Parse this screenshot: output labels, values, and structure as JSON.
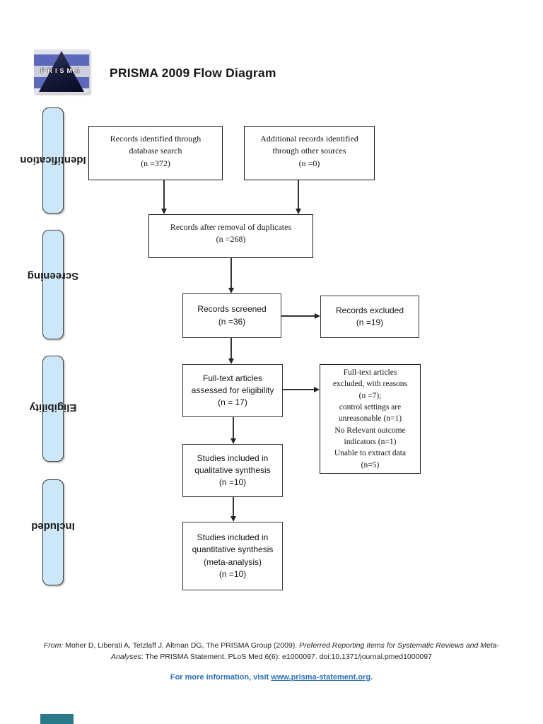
{
  "header": {
    "title": "PRISMA 2009 Flow Diagram",
    "logo_text": "PRISMA"
  },
  "stages": {
    "identification": "Identification",
    "screening": "Screening",
    "eligibility": "Eligibility",
    "included": "Included"
  },
  "boxes": {
    "identified": "Records identified through\ndatabase search\n(n =372)",
    "additional": "Additional records identified\nthrough other sources\n(n =0)",
    "deduplicated": "Records after removal of duplicates\n(n =268)",
    "screened": "Records screened\n(n =36)",
    "excluded": "Records excluded\n(n =19)",
    "fulltext_assessed": "Full-text articles\nassessed for eligibility\n(n = 17)",
    "fulltext_excluded": "Full-text articles\nexcluded, with reasons\n(n =7);\ncontrol settings are\nunreasonable (n=1)\nNo Relevant outcome\nindicators (n=1)\nUnable to extract data\n(n=5)",
    "qualitative": "Studies included in\nqualitative synthesis\n(n =10)",
    "quantitative": "Studies included in\nquantitative synthesis\n(meta-analysis)\n(n =10)"
  },
  "footer": {
    "citation_prefix": "From:",
    "citation_line1_normal": "  Moher D, Liberati A, Tetzlaff J, Altman DG, The PRISMA Group (2009). ",
    "citation_line1_italic": "Preferred Reporting Items for Systematic Reviews and Meta-",
    "citation_line2_italic": "Analyses",
    "citation_line2_normal": ": The PRISMA Statement. PLoS Med 6(6): e1000097. doi:10.1371/journal.pmed1000097",
    "info_text": "For more information, visit ",
    "info_link": "www.prisma-statement.org",
    "info_suffix": "."
  },
  "colors": {
    "stage_fill": "#cbe7f8",
    "logo_blue": "#5c69bb",
    "link_blue": "#2e6fb7",
    "teal_bar": "#2b7a8a"
  }
}
